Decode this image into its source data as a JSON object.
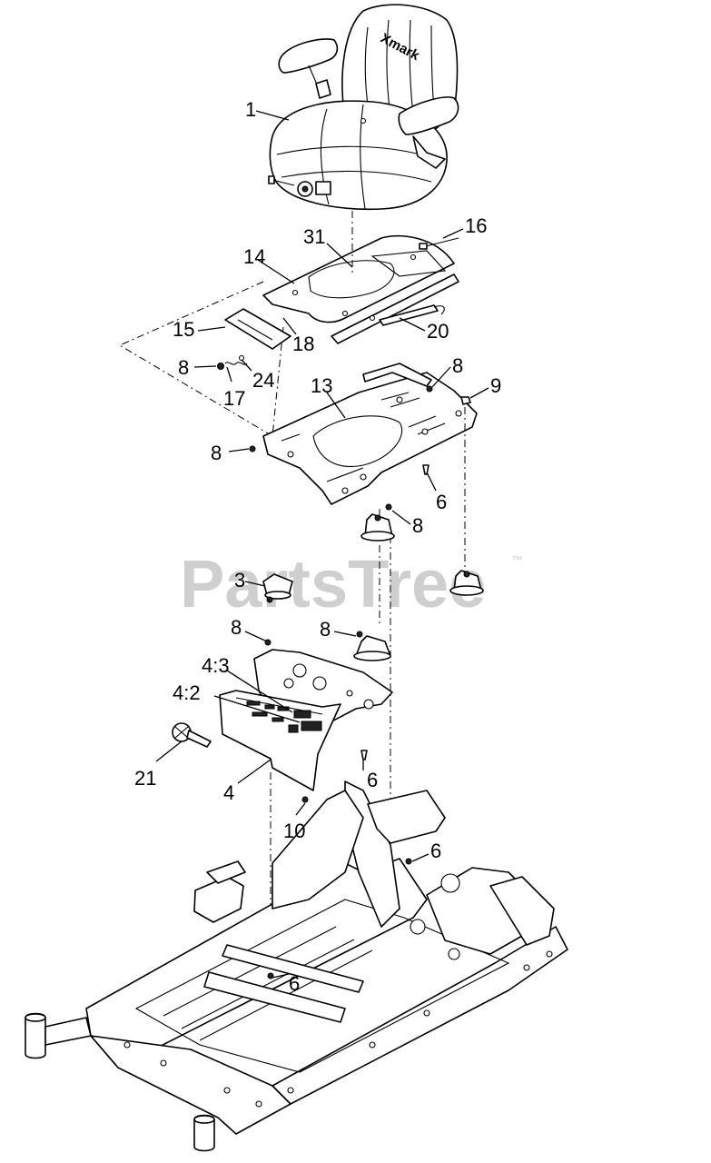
{
  "watermark": {
    "text": "PartsTree",
    "trademark": "™"
  },
  "seat_logo": "Xmark",
  "callouts": [
    {
      "id": "c1",
      "label": "1"
    },
    {
      "id": "c16",
      "label": "16"
    },
    {
      "id": "c31",
      "label": "31"
    },
    {
      "id": "c14",
      "label": "14"
    },
    {
      "id": "c15",
      "label": "15"
    },
    {
      "id": "c18",
      "label": "18"
    },
    {
      "id": "c20",
      "label": "20"
    },
    {
      "id": "c8a",
      "label": "8"
    },
    {
      "id": "c24",
      "label": "24"
    },
    {
      "id": "c17",
      "label": "17"
    },
    {
      "id": "c8b",
      "label": "8"
    },
    {
      "id": "c9",
      "label": "9"
    },
    {
      "id": "c13",
      "label": "13"
    },
    {
      "id": "c8c",
      "label": "8"
    },
    {
      "id": "c6a",
      "label": "6"
    },
    {
      "id": "c8d",
      "label": "8"
    },
    {
      "id": "c3",
      "label": "3"
    },
    {
      "id": "c8e",
      "label": "8"
    },
    {
      "id": "c8f",
      "label": "8"
    },
    {
      "id": "c43",
      "label": "4:3"
    },
    {
      "id": "c42",
      "label": "4:2"
    },
    {
      "id": "c21",
      "label": "21"
    },
    {
      "id": "c4",
      "label": "4"
    },
    {
      "id": "c6b",
      "label": "6"
    },
    {
      "id": "c10",
      "label": "10"
    },
    {
      "id": "c6c",
      "label": "6"
    },
    {
      "id": "c6d",
      "label": "6"
    }
  ]
}
